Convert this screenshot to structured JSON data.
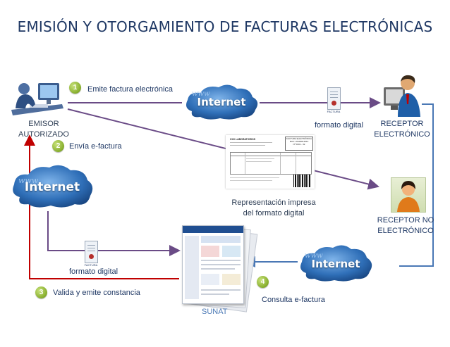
{
  "title": "EMISIÓN Y OTORGAMIENTO DE FACTURAS ELECTRÓNICAS",
  "nodes": {
    "emisor": "EMISOR\nAUTORIZADO",
    "receptor_electronico": "RECEPTOR\nELECTRÓNICO",
    "receptor_no_electronico": "RECEPTOR NO\nELECTRÓNICO",
    "sunat": "SUNAT",
    "clouds": [
      {
        "word": "Internet",
        "prefix": "www"
      },
      {
        "word": "Internet",
        "prefix": "www"
      },
      {
        "word": "Internet",
        "prefix": "www"
      }
    ]
  },
  "steps": [
    {
      "number": "1",
      "label": "Emite factura electrónica"
    },
    {
      "number": "2",
      "label": "Envía e-factura"
    },
    {
      "number": "3",
      "label": "Valida y emite constancia"
    },
    {
      "number": "4",
      "label": "Consulta e-factura"
    }
  ],
  "labels": {
    "formato_digital_top": "formato digital",
    "formato_digital_bottom": "formato digital",
    "representacion": "Representación impresa\ndel formato digital"
  },
  "document_icon_caption": "FACTURA",
  "invoice_preview": {
    "company": "XXX LABORATORIOS",
    "doc_title": "FACTURA ELECTRÓNICA",
    "ruc": "RUC: 20100012312",
    "number": "Nº F001 - 32"
  },
  "colors": {
    "title": "#1f3864",
    "arrow_purple": "#6a4b86",
    "arrow_red": "#c00000",
    "arrow_blue": "#4a78b5",
    "badge_green": "#86ad2c"
  }
}
